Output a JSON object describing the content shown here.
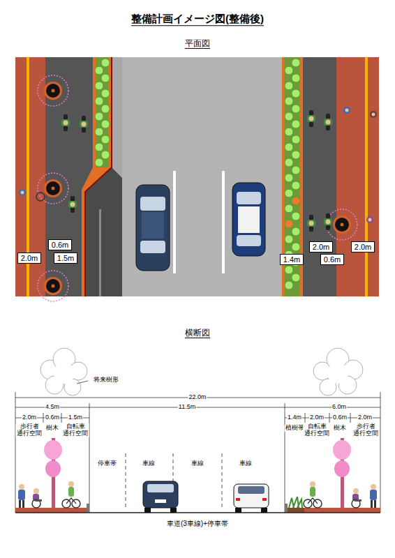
{
  "diagram": {
    "title": "整備計画イメージ図(整備後)",
    "nodes": [
      {
        "text": [
          "2.0m"
        ]
      },
      {
        "text": [
          "0.6m"
        ]
      },
      {
        "text": [
          "1.5m"
        ]
      },
      {
        "text": [
          "1.4m"
        ]
      },
      {
        "text": [
          "2.0m"
        ]
      },
      {
        "text": [
          "0.6m"
        ]
      },
      {
        "text": [
          "2.0m"
        ]
      }
    ],
    "labels": [
      "平面図",
      "横断図",
      "将来樹形",
      "22.0m",
      "4.5m",
      "11.5m",
      "1.4m",
      "6.0m",
      "2.0m",
      "0.6m",
      "1.5m",
      "2.0m",
      "0.6m",
      "2.0m",
      "歩行者 通行空間",
      "樹木",
      "自転車 通行空間",
      "停車帯",
      "車線",
      "車線",
      "車線",
      "植樹帯",
      "自転車 通行空間",
      "樹木",
      "歩行者 通行空間",
      "車道(3車線)+停車帯"
    ]
  }
}
